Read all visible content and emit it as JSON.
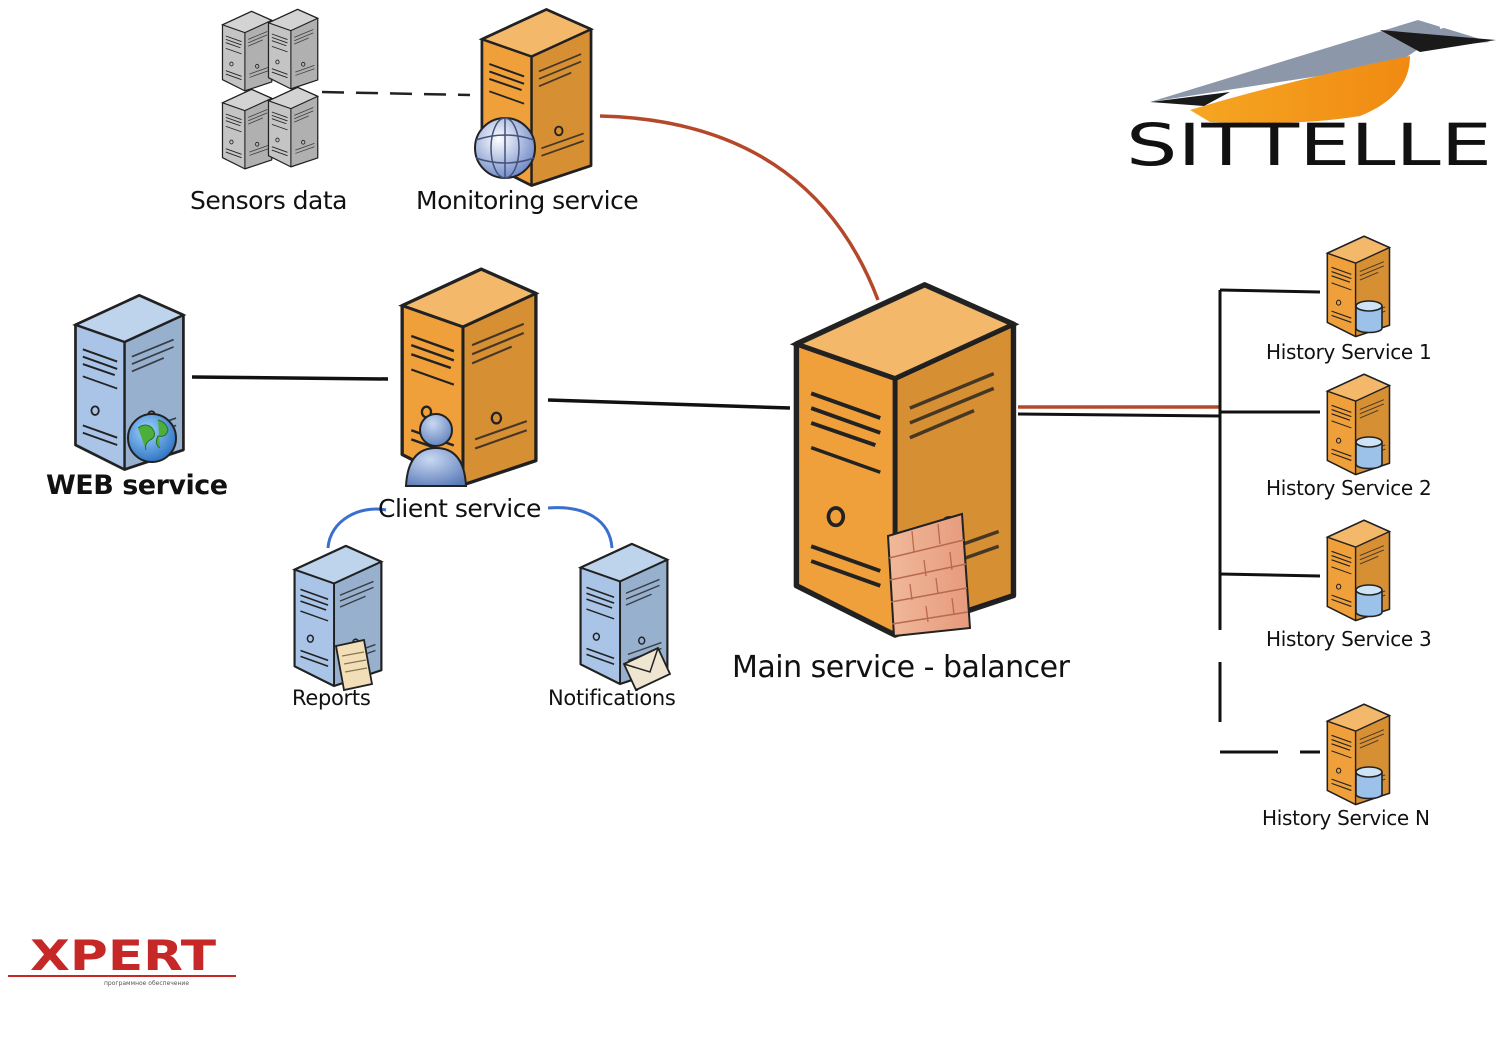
{
  "nodes": {
    "sensors": {
      "label": "Sensors data"
    },
    "monitoring": {
      "label": "Monitoring service"
    },
    "web": {
      "label": "WEB service"
    },
    "client": {
      "label": "Client service"
    },
    "reports": {
      "label": "Reports"
    },
    "notifications": {
      "label": "Notifications"
    },
    "main": {
      "label": "Main service - balancer"
    },
    "history": [
      {
        "label": "History Service 1"
      },
      {
        "label": "History Service 2"
      },
      {
        "label": "History Service 3"
      },
      {
        "label": "History Service N"
      }
    ]
  },
  "logos": {
    "sittelle": "SITTELLE",
    "xpert": "XPERT",
    "xpert_tagline": "программное обеспечение"
  },
  "colors": {
    "server_orange": "#f0a03a",
    "server_blue": "#a9c4e6",
    "server_gray": "#c4c4c4",
    "link_red": "#b5482a",
    "link_blue": "#3a6fd0",
    "link_black": "#111111"
  },
  "icons": {
    "sensors": "server-cluster-icon",
    "monitoring": "globe-icon",
    "web": "earth-icon",
    "client": "user-icon",
    "reports": "document-icon",
    "notifications": "envelope-icon",
    "main": "firewall-icon",
    "history": "database-icon"
  }
}
